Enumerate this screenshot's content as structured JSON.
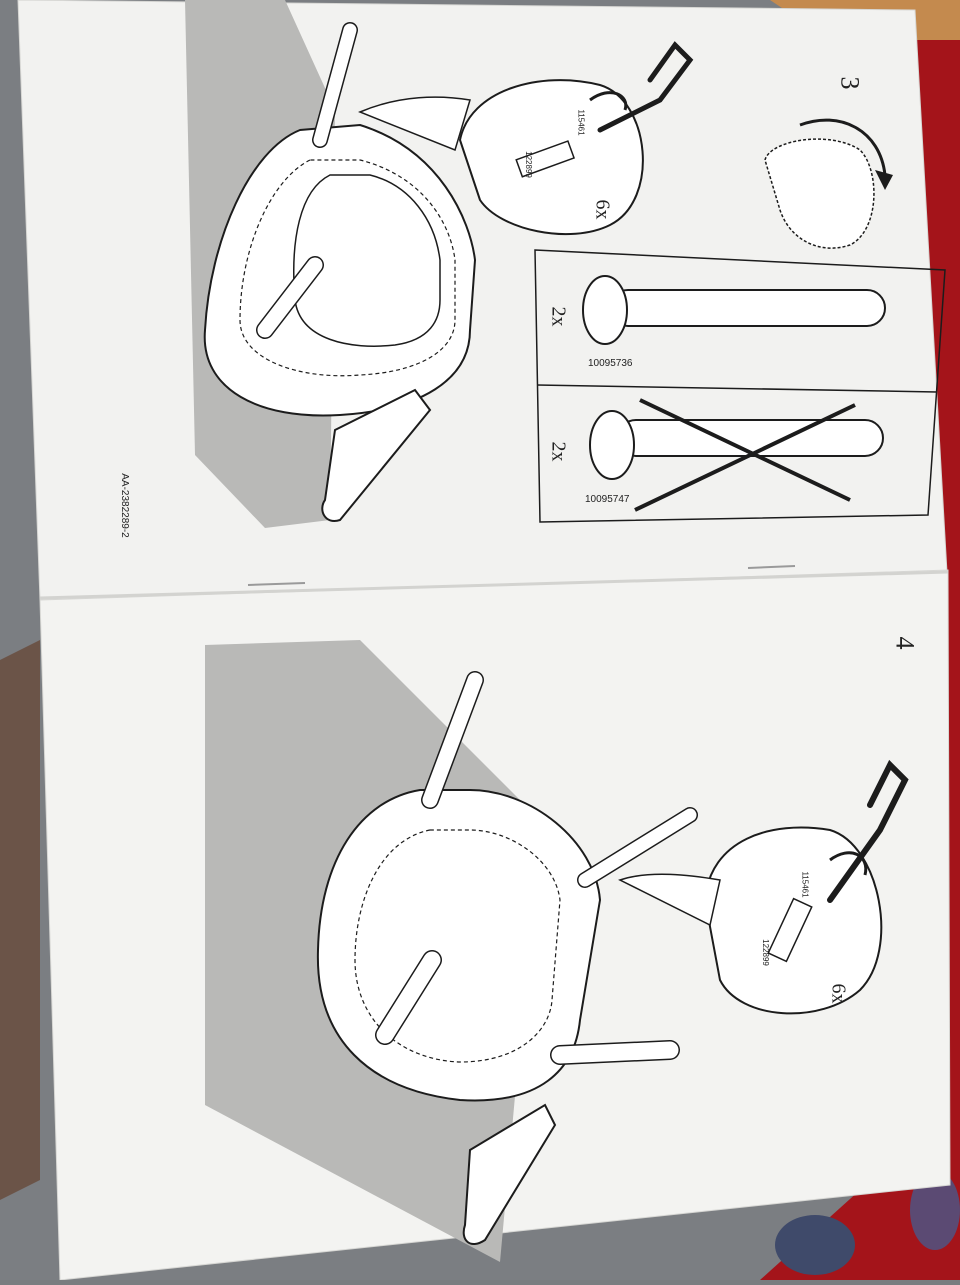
{
  "manual": {
    "doc_number": "AA-2382289-2",
    "step3": {
      "number": "3",
      "screw_count": "6x",
      "tool_code": "115461",
      "screw_code": "122899",
      "correct_leg": {
        "count": "2x",
        "part_number": "10095736"
      },
      "wrong_leg": {
        "count": "2x",
        "part_number": "10095747"
      }
    },
    "step4": {
      "number": "4",
      "screw_count": "6x",
      "tool_code": "115461",
      "screw_code": "122899"
    }
  },
  "colors": {
    "paper": "#f3f3f1",
    "floor_shade": "#b9b9b7",
    "ink": "#1c1c1c",
    "background_gray": "#7a7d80",
    "carpet_red": "#a01818"
  }
}
